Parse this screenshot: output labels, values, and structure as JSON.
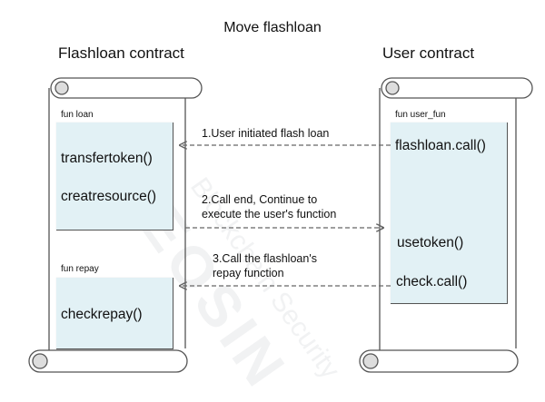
{
  "title": "Move flashloan",
  "left_contract": {
    "heading": "Flashloan contract",
    "fun_loan_label": "fun loan",
    "fun_loan_calls": [
      "transfertoken()",
      "creatresource()"
    ],
    "fun_repay_label": "fun repay",
    "fun_repay_call": "checkrepay()"
  },
  "right_contract": {
    "heading": "User contract",
    "fun_label": "fun user_fun",
    "calls": [
      "flashloan.call()",
      "usetoken()",
      "check.call()"
    ]
  },
  "arrows": [
    {
      "step": "1.User initiated flash loan",
      "lines": [
        "1.User initiated flash loan"
      ]
    },
    {
      "step": "2.Call end, Continue to execute the user's function",
      "lines": [
        "2.Call end, Continue to",
        "execute the user's function"
      ]
    },
    {
      "step": "3.Call the flashloan's repay function",
      "lines": [
        "3.Call the flashloan's",
        "repay function"
      ]
    }
  ],
  "watermark": {
    "primary": "BEOSIN",
    "secondary": "Blockchain Security"
  },
  "colors": {
    "box_fill": "#e2f1f5",
    "outline": "#555555",
    "arrow": "#666666"
  }
}
